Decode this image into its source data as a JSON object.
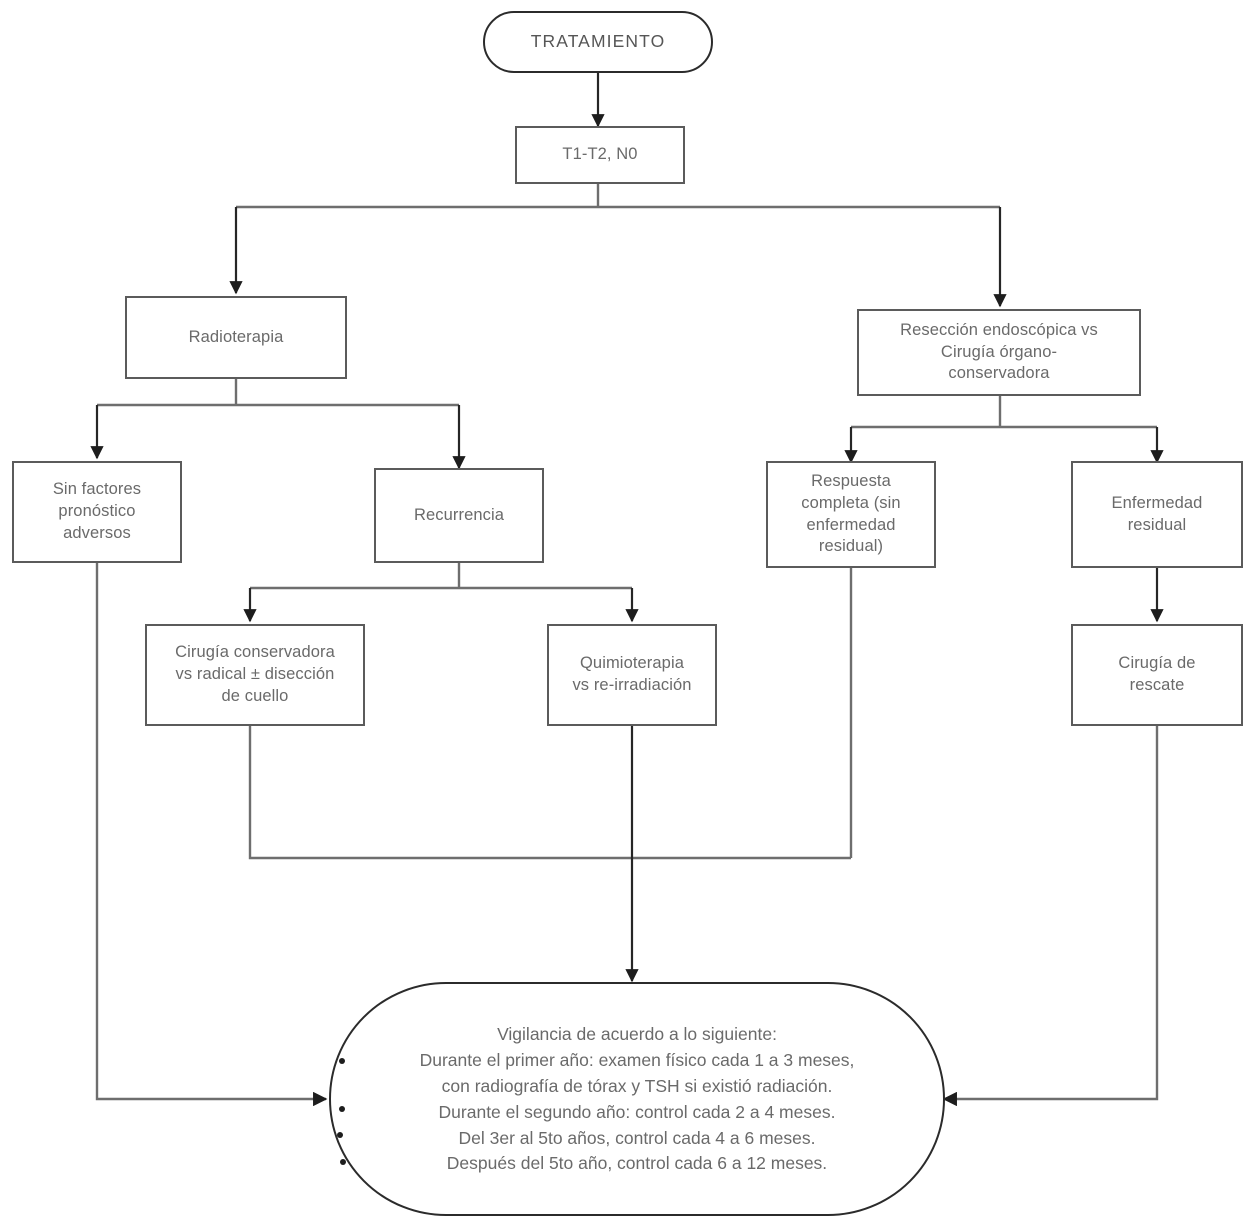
{
  "diagram": {
    "title": "TRATAMIENTO",
    "nodes": {
      "start": {
        "label": "TRATAMIENTO",
        "shape": "terminator"
      },
      "stage": {
        "label": "T1-T2, N0",
        "shape": "process"
      },
      "radiotherapy": {
        "label": "Radioterapia",
        "shape": "process"
      },
      "endoscopic": {
        "line1": "Resección endoscópica vs",
        "line2": "Cirugía órgano-",
        "line3": "conservadora",
        "shape": "process"
      },
      "no_adverse": {
        "line1": "Sin factores",
        "line2": "pronóstico",
        "line3": "adversos",
        "shape": "process"
      },
      "recurrence": {
        "label": "Recurrencia",
        "shape": "process"
      },
      "complete_response": {
        "line1": "Respuesta",
        "line2": "completa (sin",
        "line3": "enfermedad",
        "line4": "residual)",
        "shape": "process"
      },
      "residual_disease": {
        "line1": "Enfermedad",
        "line2": "residual",
        "shape": "process"
      },
      "conservative_surgery": {
        "line1": "Cirugía conservadora",
        "line2": "vs radical ± disección",
        "line3": "de cuello",
        "shape": "process"
      },
      "chemotherapy": {
        "line1": "Quimioterapia",
        "line2": "vs re-irradiación",
        "shape": "process"
      },
      "salvage_surgery": {
        "line1": "Cirugía de",
        "line2": "rescate",
        "shape": "process"
      },
      "surveillance": {
        "header": "Vigilancia de acuerdo a lo siguiente:",
        "items": [
          "Durante el primer año: examen físico cada 1 a 3 meses,",
          "con radiografía de tórax y TSH si existió radiación.",
          "Durante el segundo año: control cada 2 a 4 meses.",
          "Del 3er al 5to años, control cada 4 a 6 meses.",
          "Después del 5to año, control cada 6 a 12 meses."
        ],
        "shape": "terminator"
      }
    },
    "colors": {
      "node_stroke": "#5b5b5b",
      "edge_stroke": "#6e6e6e",
      "text": "#6a6a6a",
      "background": "#ffffff"
    }
  }
}
